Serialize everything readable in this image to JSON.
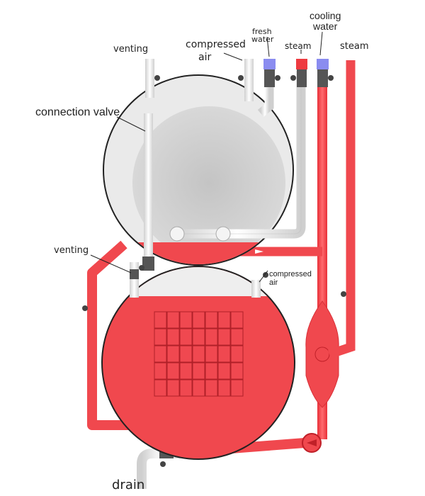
{
  "labels": {
    "venting_top": "venting",
    "compressed_air_top_1": "compressed",
    "compressed_air_top_2": "air",
    "fresh_water_1": "fresh",
    "fresh_water_2": "water",
    "steam_inlet": "steam",
    "cooling_water_1": "cooling",
    "cooling_water_2": "water",
    "steam_outlet": "steam",
    "connection_valve": "connection valve",
    "venting_lower": "venting",
    "compressed_air_lower_1": "compressed",
    "compressed_air_lower_2": "air",
    "drain": "drain"
  },
  "colors": {
    "water": "#f0484e",
    "steam_pipe": "#ee3a40",
    "cooling": "#8a8cf0",
    "shell": "#e6e6e6",
    "inner": "#c8c8c8"
  }
}
